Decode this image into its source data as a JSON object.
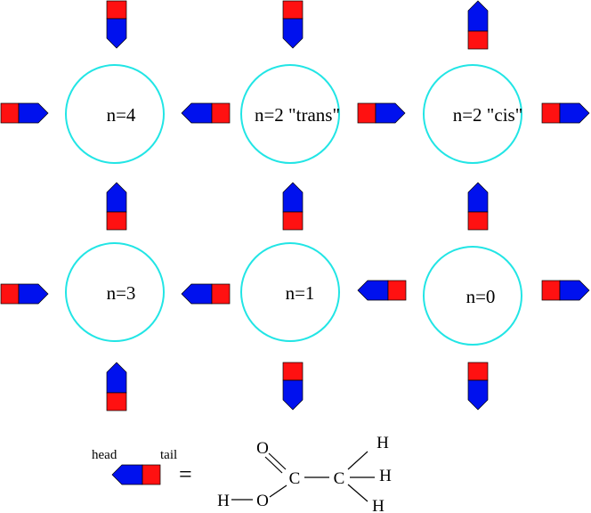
{
  "colors": {
    "head": "#0011ee",
    "tail": "#ff1111",
    "circle": "#22e5e5",
    "text": "#000000"
  },
  "sites": [
    {
      "label": "n=4"
    },
    {
      "label": "n=2 \"trans\""
    },
    {
      "label": "n=2 \"cis\""
    },
    {
      "label": "n=3"
    },
    {
      "label": "n=1"
    },
    {
      "label": "n=0"
    }
  ],
  "legend": {
    "head_label": "head",
    "tail_label": "tail",
    "equals": "="
  },
  "molecule": {
    "atoms": [
      "O",
      "C",
      "C",
      "H",
      "H",
      "H",
      "H",
      "O"
    ]
  }
}
